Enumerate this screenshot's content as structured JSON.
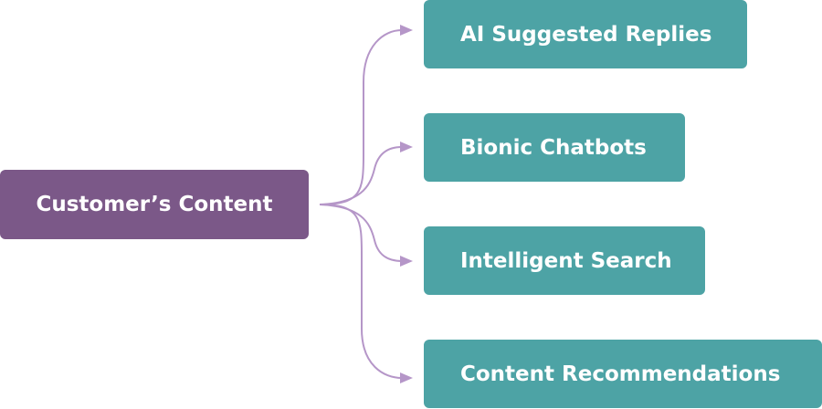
{
  "diagram": {
    "source": {
      "label": "Customer’s Content"
    },
    "targets": [
      {
        "label": "AI Suggested Replies"
      },
      {
        "label": "Bionic Chatbots"
      },
      {
        "label": "Intelligent Search"
      },
      {
        "label": "Content Recommendations"
      }
    ],
    "colors": {
      "source_fill": "#7B5888",
      "target_fill": "#4DA3A5",
      "connector": "#B596C8",
      "text": "#FFFFFF"
    }
  }
}
